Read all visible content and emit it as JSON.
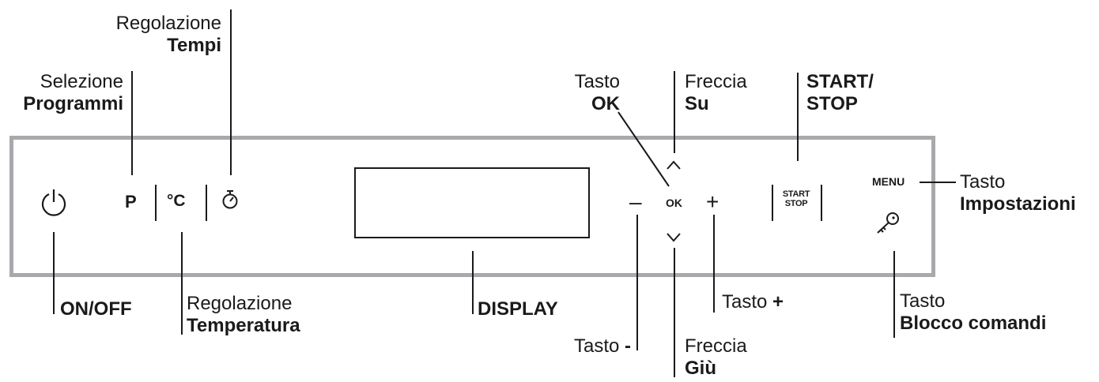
{
  "panel": {
    "keys": {
      "program": "P",
      "temperature": "°C",
      "ok": "OK",
      "minus": "–",
      "plus": "+",
      "start": "START",
      "stop": "STOP",
      "menu": "MENU"
    },
    "icons": {
      "power": "power-icon",
      "timer": "stopwatch-icon",
      "up": "chevron-up-icon",
      "down": "chevron-down-icon",
      "lock": "key-icon"
    }
  },
  "labels": {
    "tempi": {
      "line1": "Regolazione",
      "line2": "Tempi"
    },
    "programmi": {
      "line1": "Selezione",
      "line2": "Programmi"
    },
    "ok": {
      "line1": "Tasto",
      "line2": "OK"
    },
    "su": {
      "line1": "Freccia",
      "line2": "Su"
    },
    "startstop": {
      "line1": "START/",
      "line2": "STOP"
    },
    "impostazioni": {
      "line1": "Tasto",
      "line2": "Impostazioni"
    },
    "onoff": {
      "line1": "ON/OFF"
    },
    "temperatura": {
      "line1": "Regolazione",
      "line2": "Temperatura"
    },
    "display": {
      "line1": "DISPLAY"
    },
    "plus": {
      "prefix": "Tasto ",
      "key": "+"
    },
    "minus": {
      "prefix": "Tasto ",
      "key": "-"
    },
    "giu": {
      "line1": "Freccia",
      "line2": "Giù"
    },
    "blocco": {
      "line1": "Tasto",
      "line2": "Blocco comandi"
    }
  }
}
